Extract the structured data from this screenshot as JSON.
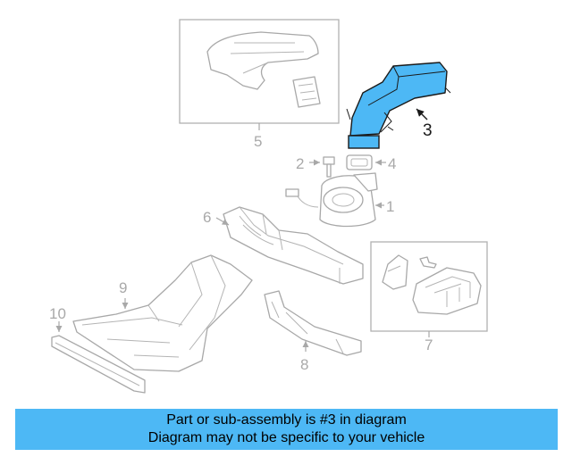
{
  "diagram": {
    "callouts": [
      {
        "id": "1",
        "label": "1"
      },
      {
        "id": "2",
        "label": "2"
      },
      {
        "id": "3",
        "label": "3"
      },
      {
        "id": "4",
        "label": "4"
      },
      {
        "id": "5",
        "label": "5"
      },
      {
        "id": "6",
        "label": "6"
      },
      {
        "id": "7",
        "label": "7"
      },
      {
        "id": "8",
        "label": "8"
      },
      {
        "id": "9",
        "label": "9"
      },
      {
        "id": "10",
        "label": "10"
      }
    ],
    "highlighted_part": "3",
    "highlight_color": "#4db8f5",
    "part_color": "#a8a8a8"
  },
  "banner": {
    "line1": "Part or sub-assembly is #3 in diagram",
    "line2": "Diagram may not be specific to your vehicle",
    "background": "#4db8f5"
  }
}
